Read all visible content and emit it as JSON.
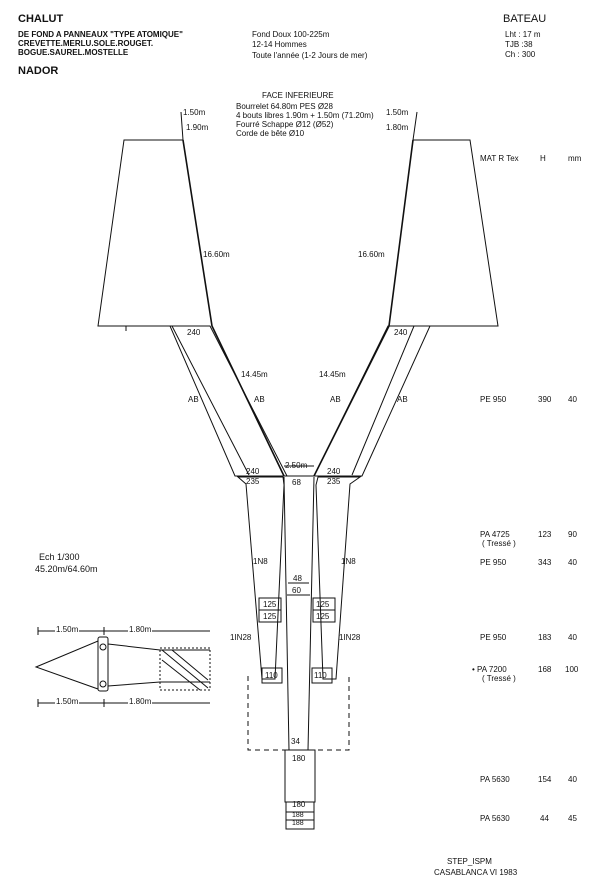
{
  "header": {
    "title": "CHALUT",
    "lines": [
      "DE FOND A PANNEAUX \"TYPE ATOMIQUE\"",
      "CREVETTE.MERLU.SOLE.ROUGET.",
      "BOGUE.SAUREL.MOSTELLE"
    ],
    "port": "NADOR",
    "center_lines": [
      "Fond Doux 100-225m",
      "12-14 Hommes",
      "Toute l'année (1-2 Jours de mer)"
    ],
    "boat_title": "BATEAU",
    "boat_lines": [
      "Lht : 17 m",
      "TJB :38",
      "Ch : 300"
    ]
  },
  "face": {
    "title": "FACE INFERIEURE",
    "lines": [
      "Bourrelet 64.80m PES Ø28",
      "4 bouts libres 1.90m + 1.50m (71.20m)",
      "Fourré Schappe Ø12 (Ø52)",
      "Corde de bête Ø10"
    ]
  },
  "materials": {
    "headers": [
      "MAT R Tex",
      "H",
      "mm"
    ],
    "rows": [
      {
        "mat": "PE 950",
        "h": "390",
        "mm": "40"
      },
      {
        "mat": "PA 4725",
        "sub": "( Tressé )",
        "h": "123",
        "mm": "90"
      },
      {
        "mat": "PE 950",
        "h": "343",
        "mm": "40"
      },
      {
        "mat": "PE 950",
        "h": "183",
        "mm": "40"
      },
      {
        "mat": "• PA 7200",
        "sub": "( Tressé )",
        "h": "168",
        "mm": "100"
      },
      {
        "mat": "PA 5630",
        "h": "154",
        "mm": "40"
      },
      {
        "mat": "PA 5630",
        "h": "44",
        "mm": "45"
      }
    ]
  },
  "labels": {
    "left_top_150": "1.50m",
    "left_top_190": "1.90m",
    "right_top_150": "1.50m",
    "right_top_180": "1.80m",
    "left_1660": "16.60m",
    "right_1660": "16.60m",
    "left_240": "240",
    "right_240": "240",
    "left_1445": "14.45m",
    "right_1445": "14.45m",
    "ab_outer_left": "AB",
    "ab_inner_left": "AB",
    "ab_inner_right": "AB",
    "ab_outer_right": "AB",
    "center_250": "2.50m",
    "mid_240_left": "240",
    "mid_240_right": "240",
    "mid_235_left": "235",
    "mid_235_right": "235",
    "center_68": "68",
    "inn8_left": "1N8",
    "inn8_right": "1N8",
    "center_48": "48",
    "center_60": "60",
    "mid_125_left_a": "125",
    "mid_125_left_b": "125",
    "mid_125_right_a": "125",
    "mid_125_right_b": "125",
    "inn28_left": "1IN28",
    "inn28_right": "1IN28",
    "left_110": "110",
    "right_110": "110",
    "center_34": "34",
    "cod_180_a": "180",
    "cod_180_b": "180",
    "cod_188_a": "188",
    "cod_188_b": "188"
  },
  "scale": {
    "line1": "Ech 1/300",
    "line2": "45.20m/64.60m"
  },
  "inset": {
    "top_left": "1.50m",
    "top_right": "1.80m",
    "bottom_left": "1.50m",
    "bottom_right": "1.80m"
  },
  "footer": {
    "line1": "STEP_ISPM",
    "line2": "CASABLANCA VI 1983"
  }
}
